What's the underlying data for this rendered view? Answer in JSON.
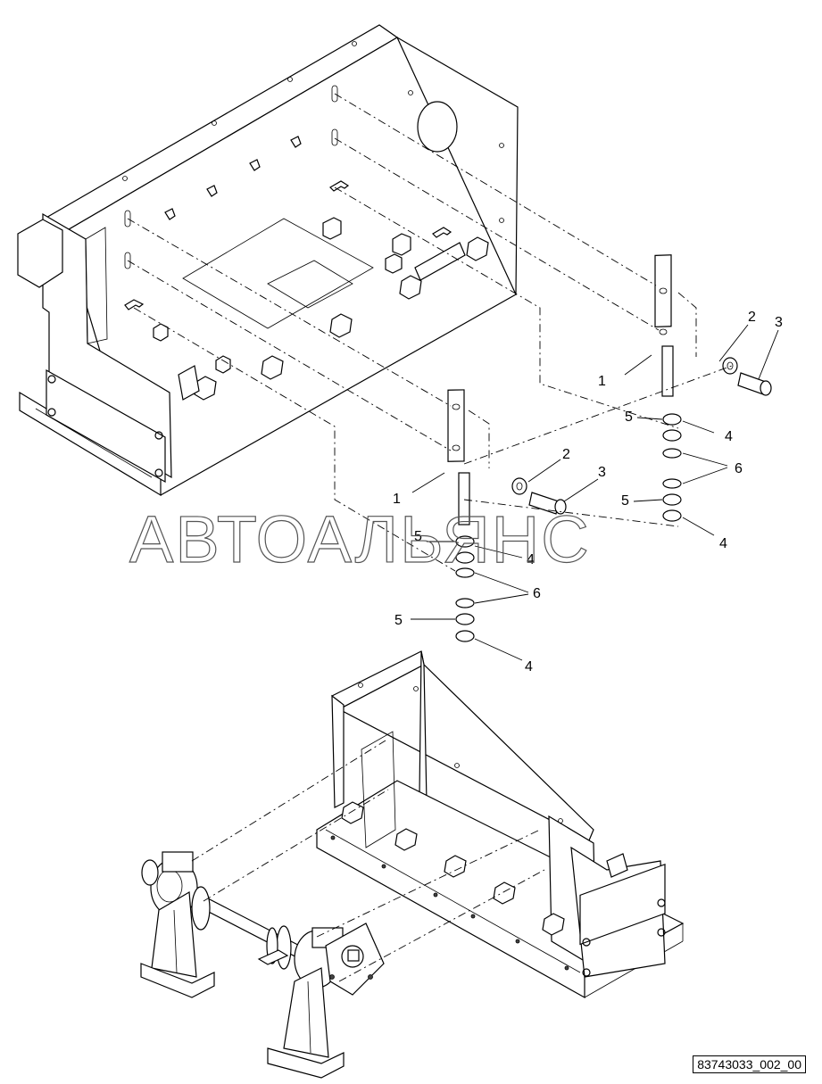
{
  "watermark": "АВТОАЛЬЯНС",
  "drawing_code": "83743033_002_00",
  "callouts": {
    "c1a": "1",
    "c2a": "2",
    "c3a": "3",
    "c5a": "5",
    "c4a": "4",
    "c6a": "6",
    "c5b": "5",
    "c4b": "4",
    "c1b": "1",
    "c2b": "2",
    "c3b": "3",
    "c5c": "5",
    "c4c": "4",
    "c6b": "6",
    "c5d": "5",
    "c4d": "4"
  }
}
